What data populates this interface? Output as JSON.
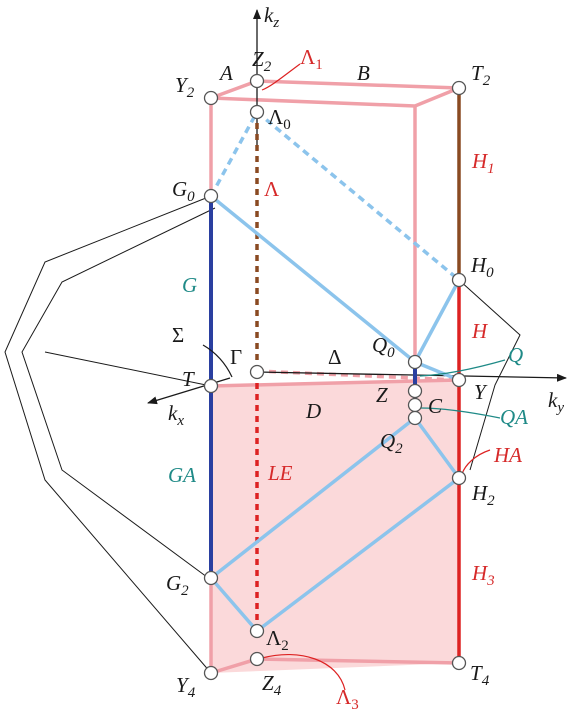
{
  "colors": {
    "pink": "#f0a0a8",
    "pink_fill": "#fbd9da",
    "light_blue": "#8cc4ec",
    "dark_blue": "#2a3fa0",
    "red": "#dd2222",
    "brown": "#8a4a22",
    "teal": "#1f8a87",
    "black": "#1a1a1a"
  },
  "axes": {
    "kx": {
      "main": "k",
      "sub": "x"
    },
    "ky": {
      "main": "k",
      "sub": "y"
    },
    "kz": {
      "main": "k",
      "sub": "z"
    }
  },
  "points": {
    "Y2": {
      "main": "Y",
      "sub": "2"
    },
    "A": {
      "main": "A",
      "sub": ""
    },
    "Z2": {
      "main": "Z",
      "sub": "2"
    },
    "B": {
      "main": "B",
      "sub": ""
    },
    "T2": {
      "main": "T",
      "sub": "2"
    },
    "Lambda0": {
      "main": "Λ",
      "sub": "0"
    },
    "G0": {
      "main": "G",
      "sub": "0"
    },
    "H0": {
      "main": "H",
      "sub": "0"
    },
    "Sigma": {
      "main": "Σ",
      "sub": ""
    },
    "Gamma": {
      "main": "Γ",
      "sub": ""
    },
    "Delta": {
      "main": "Δ",
      "sub": ""
    },
    "Q0": {
      "main": "Q",
      "sub": "0"
    },
    "T": {
      "main": "T",
      "sub": ""
    },
    "Z": {
      "main": "Z",
      "sub": ""
    },
    "C": {
      "main": "C",
      "sub": ""
    },
    "Y": {
      "main": "Y",
      "sub": ""
    },
    "D": {
      "main": "D",
      "sub": ""
    },
    "Q2": {
      "main": "Q",
      "sub": "2"
    },
    "H2": {
      "main": "H",
      "sub": "2"
    },
    "G2": {
      "main": "G",
      "sub": "2"
    },
    "Lambda2": {
      "main": "Λ",
      "sub": "2"
    },
    "Y4": {
      "main": "Y",
      "sub": "4"
    },
    "Z4": {
      "main": "Z",
      "sub": "4"
    },
    "T4": {
      "main": "T",
      "sub": "4"
    }
  },
  "lines": {
    "Lambda1": {
      "main": "Λ",
      "sub": "1"
    },
    "Lambda": {
      "main": "Λ",
      "sub": ""
    },
    "H1": {
      "main": "H",
      "sub": "1"
    },
    "H": {
      "main": "H",
      "sub": ""
    },
    "H3": {
      "main": "H",
      "sub": "3"
    },
    "HA": {
      "main": "HA",
      "sub": ""
    },
    "LE": {
      "main": "LE",
      "sub": ""
    },
    "Lambda3": {
      "main": "Λ",
      "sub": "3"
    },
    "G": {
      "main": "G",
      "sub": ""
    },
    "GA": {
      "main": "GA",
      "sub": ""
    },
    "Q": {
      "main": "Q",
      "sub": ""
    },
    "QA": {
      "main": "QA",
      "sub": ""
    }
  }
}
